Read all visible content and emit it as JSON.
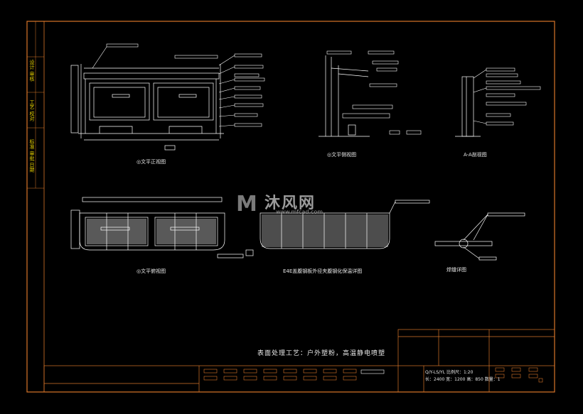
{
  "views": {
    "front_elevation": "◎文平正视图",
    "side_elevation": "◎文平侧视图",
    "section_aa": "A-A剖视图",
    "top_plan": "◎文平俯视图",
    "perforated_panel": "E4E盖腹钢板外径夹腹钢化保温详图",
    "weld_detail": "焊缝详图"
  },
  "note": "表面处理工艺：户外塑粉，高温静电喷塑",
  "side_column": {
    "cell_1": "设计 审核",
    "cell_2": "工艺 校对",
    "cell_3": "标准 审批 日期"
  },
  "title_block": {
    "line_1": "Q/Y-LS/YL 比例尺：1:20",
    "line_2": "长：2400  宽：1200  高：850  数量：1"
  },
  "watermark": {
    "brand": "沐风网",
    "url": "www.mfcad.com"
  },
  "colors": {
    "frame": "#d9762a",
    "lines": "#ffffff",
    "accent": "#e8d000",
    "background": "#000000"
  }
}
